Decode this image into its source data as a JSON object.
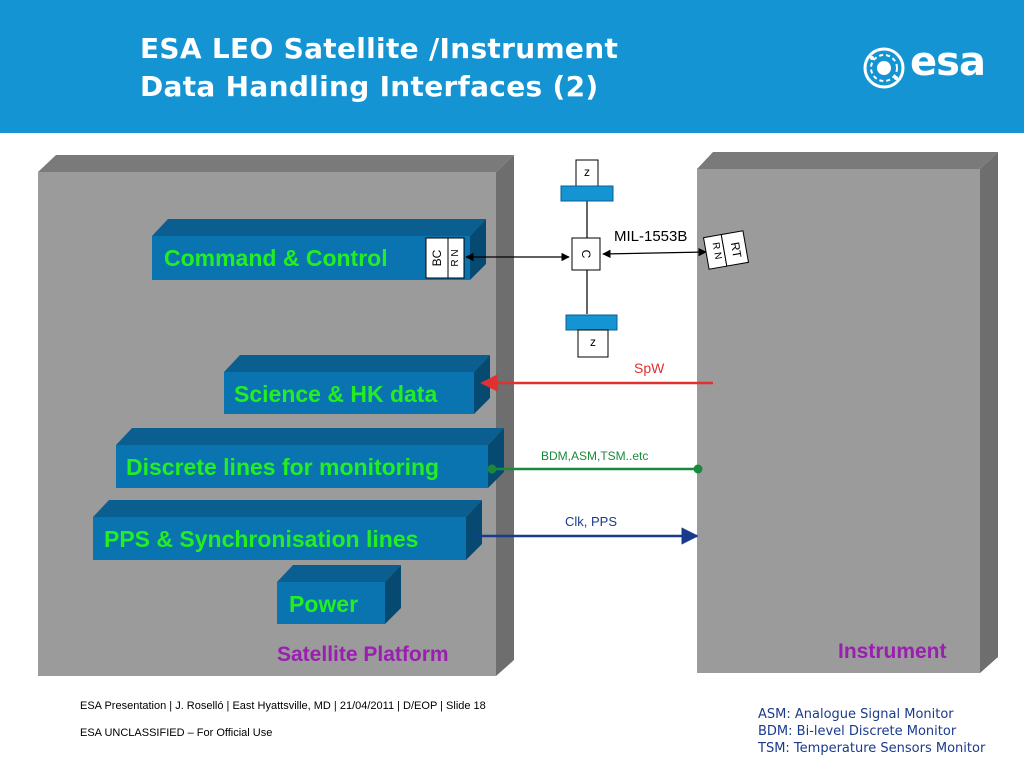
{
  "header": {
    "title_line1": "ESA LEO Satellite /Instrument",
    "title_line2": "Data Handling Interfaces (2)",
    "logo_text": "esa"
  },
  "diagram": {
    "platform_label": "Satellite Platform",
    "instrument_label": "Instrument",
    "boxes": {
      "command": "Command & Control",
      "science": "Science & HK data",
      "discrete": "Discrete lines for monitoring",
      "pps": "PPS & Synchronisation lines",
      "power": "Power"
    },
    "bus": {
      "bc": "BC",
      "rn_left": "R N",
      "coupler": "C",
      "term_top": "z",
      "term_bottom": "z",
      "label": "MIL-1553B",
      "rt": "RT",
      "rn_right": "R N"
    },
    "links": {
      "spw": "SpW",
      "bdm": "BDM,ASM,TSM..etc",
      "clk": "Clk, PPS"
    },
    "colors": {
      "spw": "#e03030",
      "bdm": "#1a8a3a",
      "clk": "#1a3b8c",
      "box_face": "#0a74b0",
      "box_label": "#22ee22"
    }
  },
  "footer": {
    "line1": "ESA Presentation | J. Roselló | East Hyattsville, MD | 21/04/2011 | D/EOP | Slide 18",
    "line2": "ESA UNCLASSIFIED – For Official Use"
  },
  "legend": {
    "asm": "ASM: Analogue Signal Monitor",
    "bdm": "BDM: Bi-level Discrete Monitor",
    "tsm": "TSM: Temperature Sensors Monitor"
  }
}
